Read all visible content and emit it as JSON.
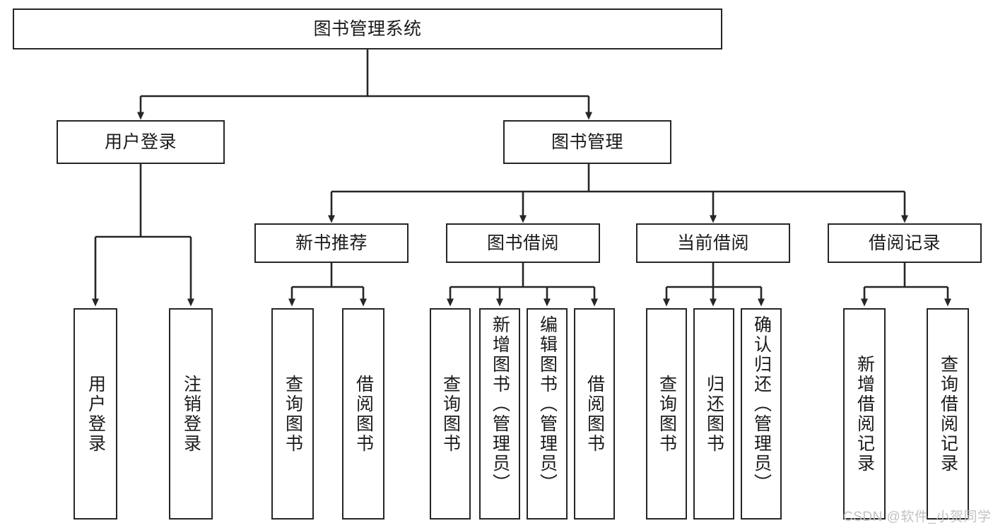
{
  "diagram": {
    "type": "tree-hierarchy-chart",
    "title": "图书管理系统",
    "colors": {
      "box_border": "#262626",
      "box_fill": "#ffffff",
      "edge": "#262626",
      "text": "#1a1a1a",
      "watermark": "#c2c2c2"
    },
    "root": {
      "label": "图书管理系统"
    },
    "level2": [
      {
        "id": "user-login",
        "label": "用户登录"
      },
      {
        "id": "book-manage",
        "label": "图书管理"
      }
    ],
    "level3": [
      {
        "id": "new-book-rec",
        "label": "新书推荐"
      },
      {
        "id": "book-borrow",
        "label": "图书借阅"
      },
      {
        "id": "current-borrow",
        "label": "当前借阅"
      },
      {
        "id": "borrow-record",
        "label": "借阅记录"
      }
    ],
    "leaves": {
      "user_login": [
        {
          "id": "leaf-user-login",
          "label": "用户登录"
        },
        {
          "id": "leaf-logout",
          "label": "注销登录"
        }
      ],
      "new_book_rec": [
        {
          "id": "leaf-query-book-1",
          "label": "查询图书"
        },
        {
          "id": "leaf-borrow-book-1",
          "label": "借阅图书"
        }
      ],
      "book_borrow": [
        {
          "id": "leaf-query-book-2",
          "label": "查询图书"
        },
        {
          "id": "leaf-add-book",
          "label": "新增图书（管理员）"
        },
        {
          "id": "leaf-edit-book",
          "label": "编辑图书（管理员）"
        },
        {
          "id": "leaf-borrow-book-2",
          "label": "借阅图书"
        }
      ],
      "current_borrow": [
        {
          "id": "leaf-query-book-3",
          "label": "查询图书"
        },
        {
          "id": "leaf-return-book",
          "label": "归还图书"
        },
        {
          "id": "leaf-confirm-return",
          "label": "确认归还（管理员）"
        }
      ],
      "borrow_record": [
        {
          "id": "leaf-add-record",
          "label": "新增借阅记录"
        },
        {
          "id": "leaf-query-record",
          "label": "查询借阅记录"
        }
      ]
    }
  },
  "watermark": {
    "text": "CSDN @软件_小贺同学"
  }
}
